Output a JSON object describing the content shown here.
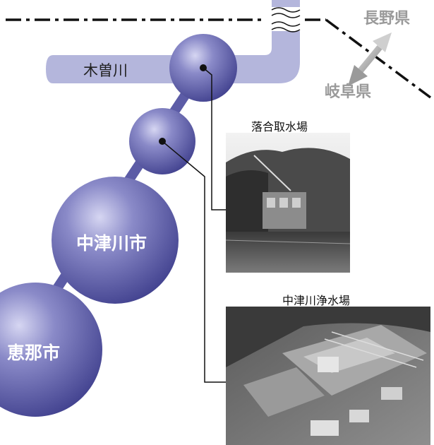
{
  "river": {
    "name": "木曽川"
  },
  "prefectures": {
    "north": "長野県",
    "south": "岐阜県"
  },
  "cities": {
    "nakatsugawa": "中津川市",
    "ena": "恵那市"
  },
  "facilities": {
    "intake": {
      "caption": "落合取水場",
      "icon": "intake-photo"
    },
    "purification": {
      "caption": "中津川浄水場",
      "icon": "purification-plant-photo"
    }
  },
  "colors": {
    "river": "#b4b6dc",
    "sphere": "#5a5aa8",
    "pipeline": "#5c5ca6",
    "boundary": "#111111",
    "prefecture_text": "#9a9a9a"
  }
}
